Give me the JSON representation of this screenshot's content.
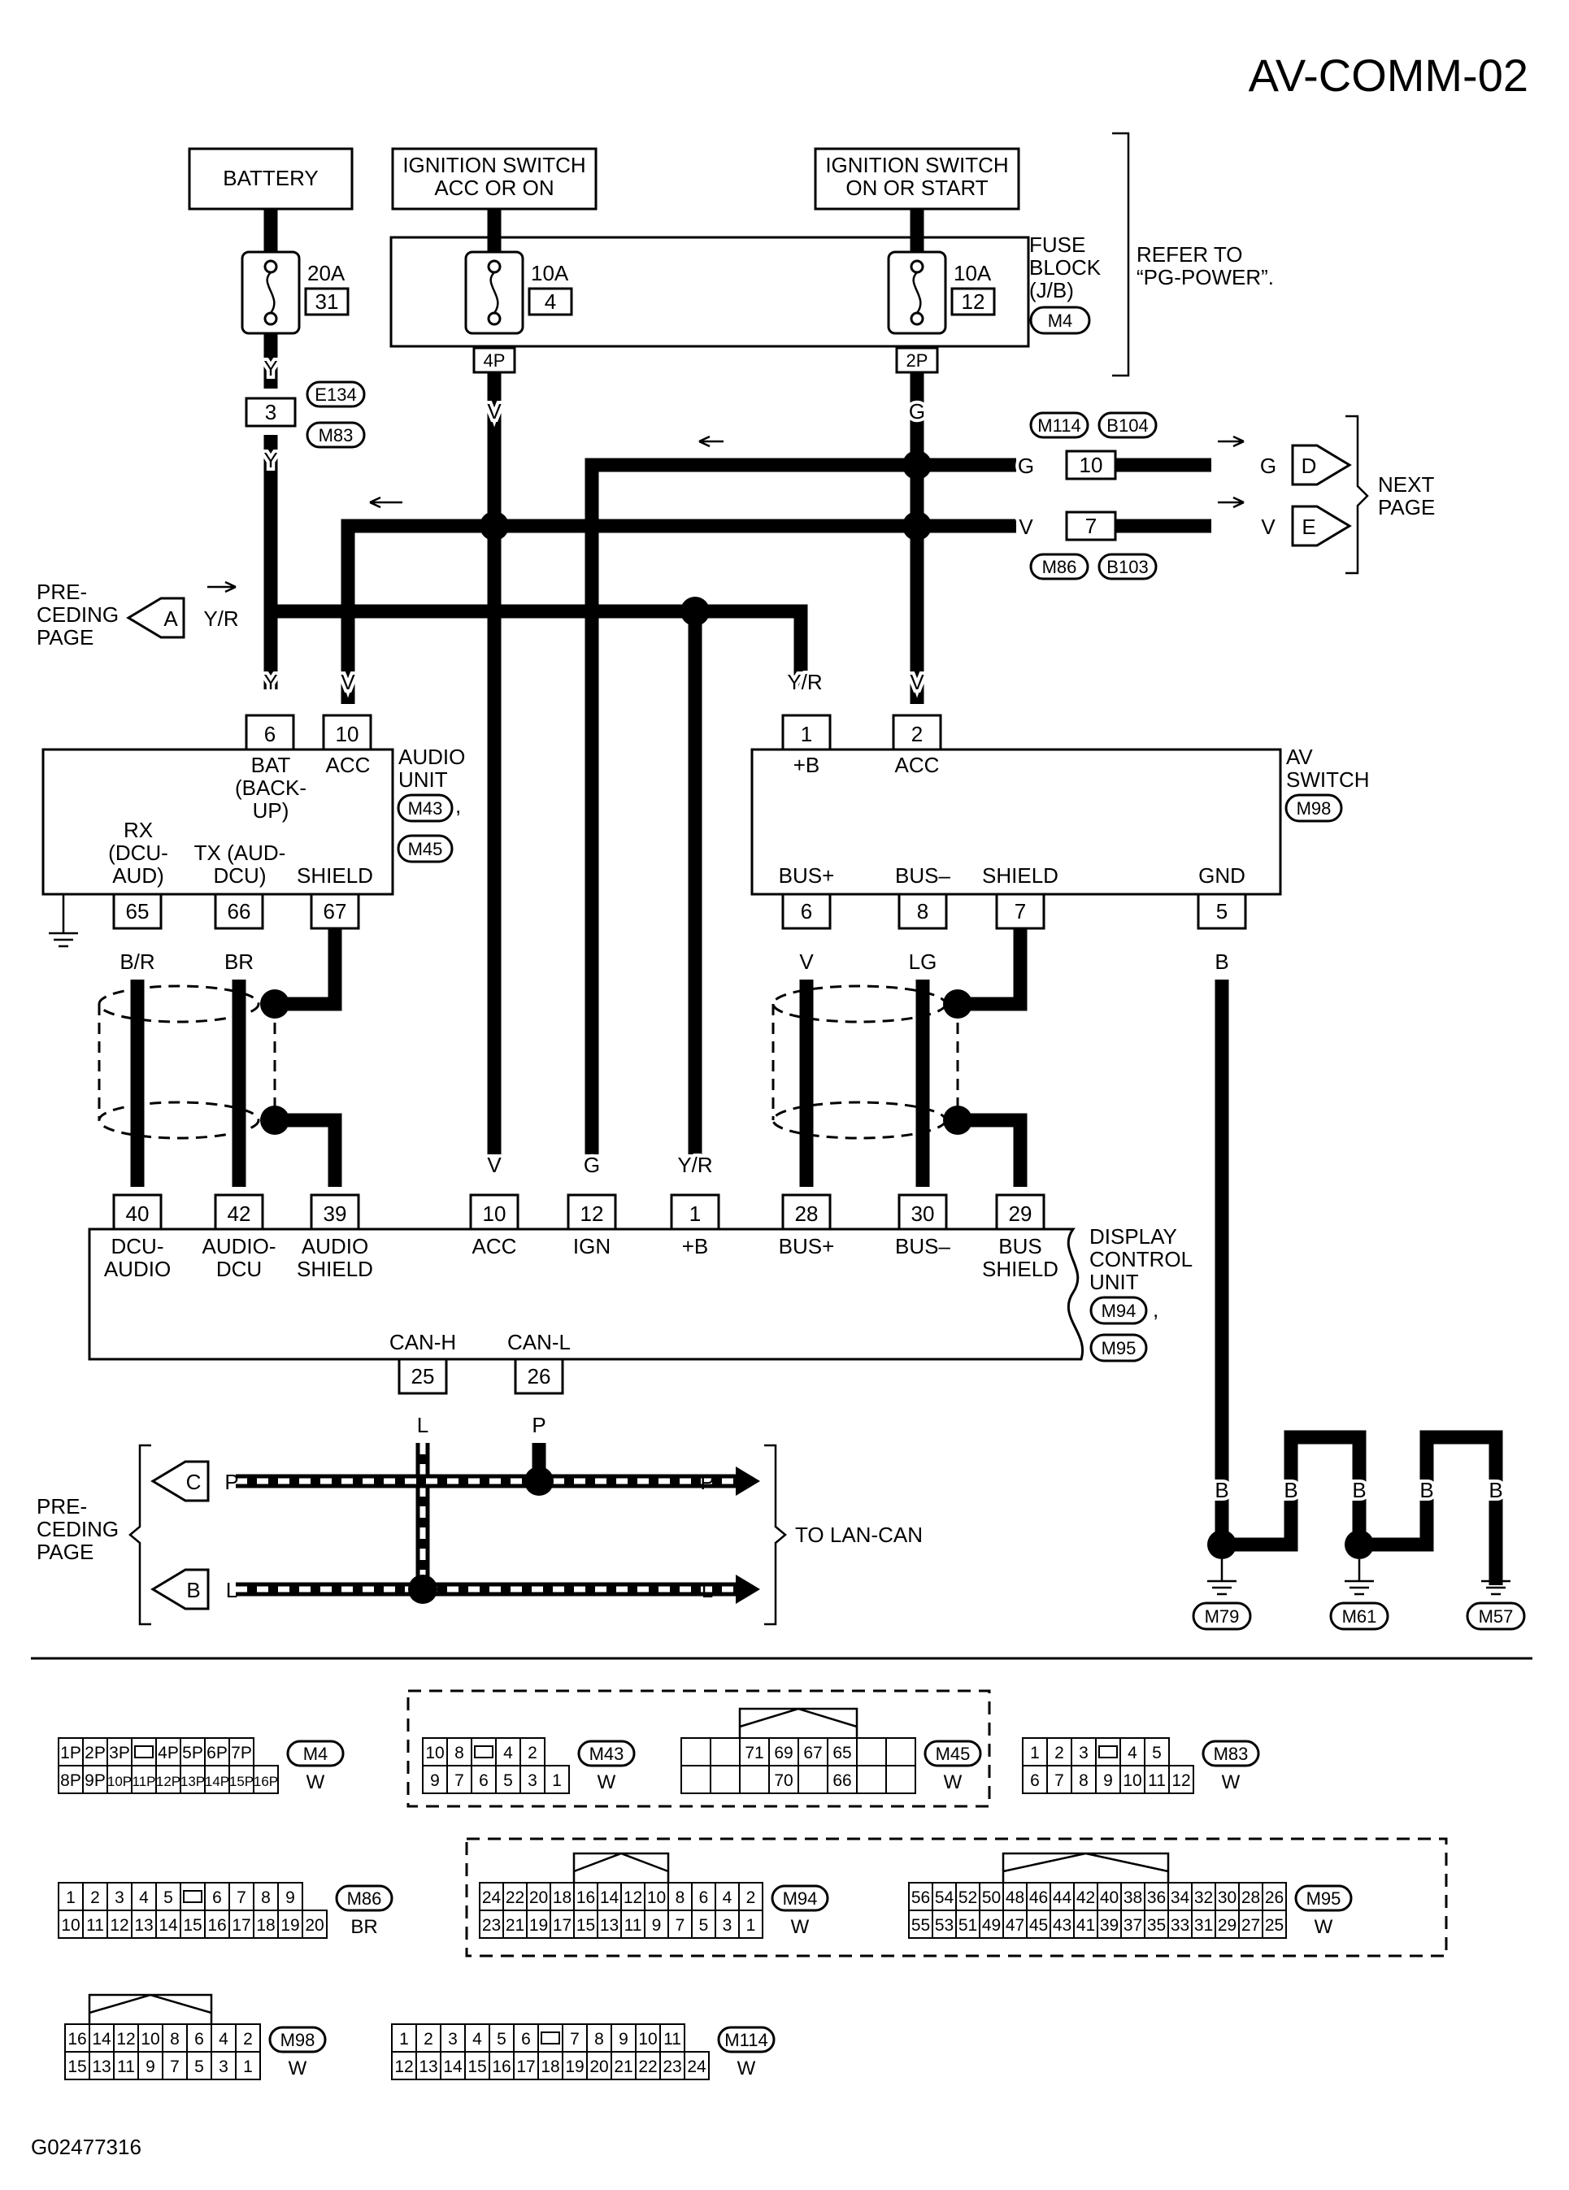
{
  "page_code": "AV-COMM-02",
  "figure_code": "G02477316",
  "power": {
    "battery": "BATTERY",
    "ign_acc_l1": "IGNITION SWITCH",
    "ign_acc_l2": "ACC OR ON",
    "ign_on_l1": "IGNITION SWITCH",
    "ign_on_l2": "ON OR START",
    "fuse_battery_amp": "20A",
    "fuse_battery_no": "31",
    "fuse_acc_amp": "10A",
    "fuse_acc_no": "4",
    "fuse_ign_amp": "10A",
    "fuse_ign_no": "12",
    "fuse_block_l1": "FUSE",
    "fuse_block_l2": "BLOCK",
    "fuse_block_l3": "(J/B)",
    "fuse_block_conn": "M4",
    "refer_l1": "REFER TO",
    "refer_l2": "“PG-POWER”.",
    "term_4p": "4P",
    "term_2p": "2P",
    "term_3": "3",
    "conn_e134": "E134",
    "conn_m83": "M83"
  },
  "links": {
    "m114": "M114",
    "b104": "B104",
    "m86": "M86",
    "b103": "B103",
    "term_10": "10",
    "term_7": "7",
    "next_l1": "NEXT",
    "next_l2": "PAGE",
    "prev_l1": "PRE-",
    "prev_l2": "CEDING",
    "prev_l3": "PAGE",
    "to_lan_can": "TO LAN-CAN",
    "flag_a": "A",
    "flag_b": "B",
    "flag_c": "C",
    "flag_d": "D",
    "flag_e": "E"
  },
  "colors": {
    "y": "Y",
    "v": "V",
    "g": "G",
    "yr": "Y/R",
    "br": "B/R",
    "brn": "BR",
    "lg": "LG",
    "b": "B",
    "l": "L",
    "p": "P"
  },
  "audio_unit": {
    "name_l1": "AUDIO",
    "name_l2": "UNIT",
    "conn1": "M43",
    "conn2": "M45",
    "comma": ",",
    "pin_bat": "6",
    "pin_acc": "10",
    "lbl_bat_l1": "BAT",
    "lbl_bat_l2": "(BACK-",
    "lbl_bat_l3": "UP)",
    "lbl_acc": "ACC",
    "pin_rx": "65",
    "pin_tx": "66",
    "pin_sh": "67",
    "lbl_rx_l1": "RX",
    "lbl_rx_l2": "(DCU-",
    "lbl_rx_l3": "AUD)",
    "lbl_tx_l1": "TX (AUD-",
    "lbl_tx_l2": "DCU)",
    "lbl_sh": "SHIELD"
  },
  "av_switch": {
    "name_l1": "AV",
    "name_l2": "SWITCH",
    "conn": "M98",
    "pin_b": "1",
    "pin_acc": "2",
    "lbl_b": "+B",
    "lbl_acc": "ACC",
    "pin_busp": "6",
    "pin_busm": "8",
    "pin_sh": "7",
    "pin_gnd": "5",
    "lbl_busp": "BUS+",
    "lbl_busm": "BUS–",
    "lbl_sh": "SHIELD",
    "lbl_gnd": "GND"
  },
  "dcu": {
    "name_l1": "DISPLAY",
    "name_l2": "CONTROL",
    "name_l3": "UNIT",
    "conn1": "M94",
    "conn2": "M95",
    "comma": ",",
    "pins": [
      "40",
      "42",
      "39",
      "10",
      "12",
      "1",
      "28",
      "30",
      "29"
    ],
    "lbl_40_l1": "DCU-",
    "lbl_40_l2": "AUDIO",
    "lbl_42_l1": "AUDIO-",
    "lbl_42_l2": "DCU",
    "lbl_39_l1": "AUDIO",
    "lbl_39_l2": "SHIELD",
    "lbl_10": "ACC",
    "lbl_12": "IGN",
    "lbl_1": "+B",
    "lbl_28": "BUS+",
    "lbl_30": "BUS–",
    "lbl_29_l1": "BUS",
    "lbl_29_l2": "SHIELD",
    "lbl_canh": "CAN-H",
    "lbl_canl": "CAN-L",
    "pin_canh": "25",
    "pin_canl": "26"
  },
  "grounds": [
    "M79",
    "M61",
    "M57"
  ],
  "connectors": {
    "m4": {
      "name": "M4",
      "color": "W",
      "row1": [
        "1P",
        "2P",
        "3P",
        "",
        "4P",
        "5P",
        "6P",
        "7P"
      ],
      "row2": [
        "8P",
        "9P",
        "10P",
        "11P",
        "12P",
        "13P",
        "14P",
        "15P",
        "16P"
      ]
    },
    "m43": {
      "name": "M43",
      "color": "W",
      "row1": [
        "10",
        "8",
        "",
        "4",
        "2"
      ],
      "row2": [
        "9",
        "7",
        "6",
        "5",
        "3",
        "1"
      ]
    },
    "m45": {
      "name": "M45",
      "color": "W",
      "row1": [
        "",
        "",
        "71",
        "69",
        "67",
        "65",
        "",
        ""
      ],
      "row2": [
        "",
        "",
        "",
        "70",
        "",
        "66",
        "",
        ""
      ]
    },
    "m83": {
      "name": "M83",
      "color": "W",
      "row1": [
        "1",
        "2",
        "3",
        "",
        "4",
        "5"
      ],
      "row2": [
        "6",
        "7",
        "8",
        "9",
        "10",
        "11",
        "12"
      ]
    },
    "m86": {
      "name": "M86",
      "color": "BR",
      "row1": [
        "1",
        "2",
        "3",
        "4",
        "5",
        "",
        "6",
        "7",
        "8",
        "9"
      ],
      "row2": [
        "10",
        "11",
        "12",
        "13",
        "14",
        "15",
        "16",
        "17",
        "18",
        "19",
        "20"
      ]
    },
    "m94": {
      "name": "M94",
      "color": "W",
      "row1": [
        "24",
        "22",
        "20",
        "18",
        "16",
        "14",
        "12",
        "10",
        "8",
        "6",
        "4",
        "2"
      ],
      "row2": [
        "23",
        "21",
        "19",
        "17",
        "15",
        "13",
        "11",
        "9",
        "7",
        "5",
        "3",
        "1"
      ]
    },
    "m95": {
      "name": "M95",
      "color": "W",
      "row1": [
        "56",
        "54",
        "52",
        "50",
        "48",
        "46",
        "44",
        "42",
        "40",
        "38",
        "36",
        "34",
        "32",
        "30",
        "28",
        "26"
      ],
      "row2": [
        "55",
        "53",
        "51",
        "49",
        "47",
        "45",
        "43",
        "41",
        "39",
        "37",
        "35",
        "33",
        "31",
        "29",
        "27",
        "25"
      ]
    },
    "m98": {
      "name": "M98",
      "color": "W",
      "row1": [
        "16",
        "14",
        "12",
        "10",
        "8",
        "6",
        "4",
        "2"
      ],
      "row2": [
        "15",
        "13",
        "11",
        "9",
        "7",
        "5",
        "3",
        "1"
      ]
    },
    "m114": {
      "name": "M114",
      "color": "W",
      "row1": [
        "1",
        "2",
        "3",
        "4",
        "5",
        "6",
        "",
        "7",
        "8",
        "9",
        "10",
        "11"
      ],
      "row2": [
        "12",
        "13",
        "14",
        "15",
        "16",
        "17",
        "18",
        "19",
        "20",
        "21",
        "22",
        "23",
        "24"
      ]
    }
  }
}
